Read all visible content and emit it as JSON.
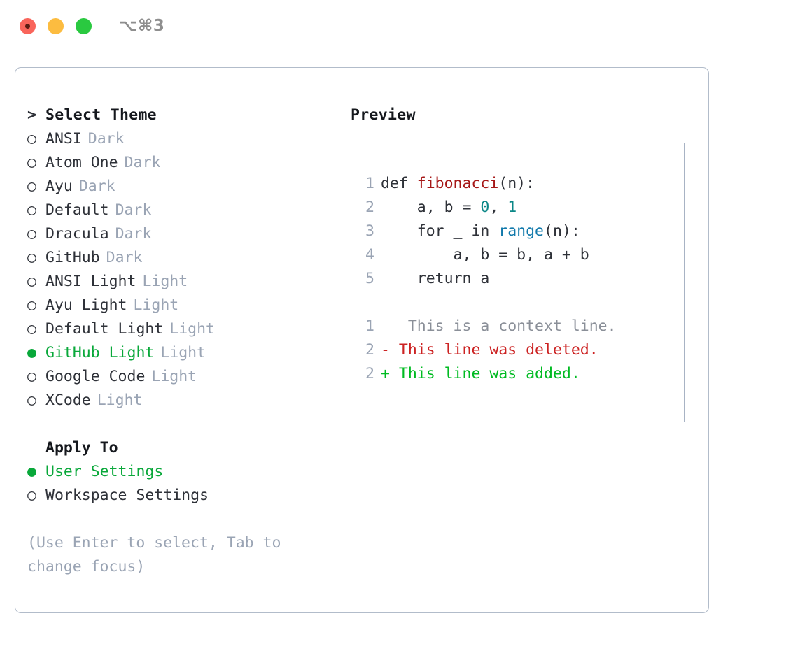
{
  "titlebar": {
    "shortcut": "⌥⌘3",
    "buttons": [
      "close",
      "minimize",
      "zoom"
    ]
  },
  "theme_picker": {
    "heading": "Select Theme",
    "heading_marker": ">",
    "marker_unselected": "○",
    "marker_selected": "●",
    "items": [
      {
        "name": "ANSI",
        "variant": "Dark",
        "selected": false
      },
      {
        "name": "Atom One",
        "variant": "Dark",
        "selected": false
      },
      {
        "name": "Ayu",
        "variant": "Dark",
        "selected": false
      },
      {
        "name": "Default",
        "variant": "Dark",
        "selected": false
      },
      {
        "name": "Dracula",
        "variant": "Dark",
        "selected": false
      },
      {
        "name": "GitHub",
        "variant": "Dark",
        "selected": false
      },
      {
        "name": "ANSI Light",
        "variant": "Light",
        "selected": false
      },
      {
        "name": "Ayu Light",
        "variant": "Light",
        "selected": false
      },
      {
        "name": "Default Light",
        "variant": "Light",
        "selected": false
      },
      {
        "name": "GitHub Light",
        "variant": "Light",
        "selected": true
      },
      {
        "name": "Google Code",
        "variant": "Light",
        "selected": false
      },
      {
        "name": "XCode",
        "variant": "Light",
        "selected": false
      }
    ]
  },
  "apply_to": {
    "heading": "Apply To",
    "options": [
      {
        "name": "User Settings",
        "selected": true
      },
      {
        "name": "Workspace Settings",
        "selected": false
      }
    ]
  },
  "hint": "(Use Enter to select, Tab to change focus)",
  "preview": {
    "title": "Preview",
    "code_lines": [
      {
        "lineno": "1",
        "tokens": [
          {
            "text": "def ",
            "kind": "plain"
          },
          {
            "text": "fibonacci",
            "kind": "func"
          },
          {
            "text": "(n):",
            "kind": "plain"
          }
        ]
      },
      {
        "lineno": "2",
        "tokens": [
          {
            "text": "    a, b = ",
            "kind": "plain"
          },
          {
            "text": "0",
            "kind": "num"
          },
          {
            "text": ", ",
            "kind": "plain"
          },
          {
            "text": "1",
            "kind": "num"
          }
        ]
      },
      {
        "lineno": "3",
        "tokens": [
          {
            "text": "    for _ in ",
            "kind": "plain"
          },
          {
            "text": "range",
            "kind": "call"
          },
          {
            "text": "(n):",
            "kind": "plain"
          }
        ]
      },
      {
        "lineno": "4",
        "tokens": [
          {
            "text": "        a, b = b, a + b",
            "kind": "plain"
          }
        ]
      },
      {
        "lineno": "5",
        "tokens": [
          {
            "text": "    return a",
            "kind": "plain"
          }
        ]
      }
    ],
    "diff_lines": [
      {
        "lineno": "1",
        "sign": " ",
        "text": "  This is a context line.",
        "kind": "ctx"
      },
      {
        "lineno": "2",
        "sign": "-",
        "text": " This line was deleted.",
        "kind": "del"
      },
      {
        "lineno": "2",
        "sign": "+",
        "text": " This line was added.",
        "kind": "add"
      }
    ]
  },
  "colors": {
    "accent_green": "#09a83a",
    "muted": "#9aa4b4",
    "text": "#2e3138",
    "func_red": "#a61717",
    "number_teal": "#0b8787",
    "call_blue": "#1179ab",
    "diff_del_red": "#cc2222",
    "diff_add_green": "#00bb22",
    "border": "#b2bcca",
    "dot_red": "#f9655b",
    "dot_yellow": "#fcbc40",
    "dot_green": "#2ac940"
  }
}
